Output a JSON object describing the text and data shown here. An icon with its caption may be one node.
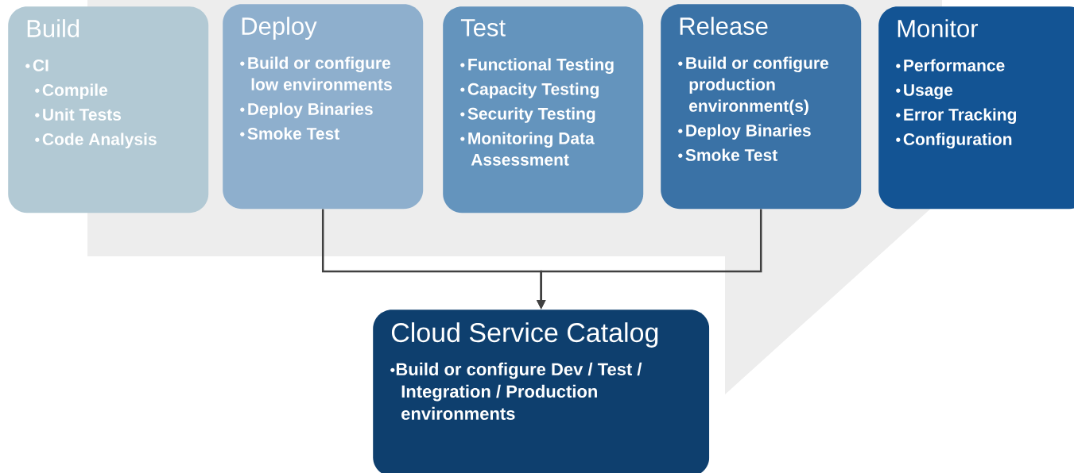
{
  "diagram": {
    "nodes": [
      {
        "text": [
          "Build",
          "CI",
          "Compile",
          "Unit Tests",
          "Code Analysis"
        ]
      },
      {
        "text": [
          "Deploy",
          "Build or configure low environments",
          "Deploy Binaries",
          "Smoke Test"
        ]
      },
      {
        "text": [
          "Test",
          "Functional Testing",
          "Capacity Testing",
          "Security Testing",
          "Monitoring Data Assessment"
        ]
      },
      {
        "text": [
          "Release",
          "Build or configure production environment(s)",
          "Deploy Binaries",
          "Smoke Test"
        ]
      },
      {
        "text": [
          "Monitor",
          "Performance",
          "Usage",
          "Error Tracking",
          "Configuration"
        ]
      },
      {
        "text": [
          "Cloud Service Catalog",
          "Build or configure Dev / Test / Integration / Production environments"
        ]
      }
    ],
    "edges": [
      {
        "from": 1,
        "to": 5,
        "arrow": "to"
      },
      {
        "from": 3,
        "to": 5,
        "arrow": "to"
      }
    ]
  }
}
